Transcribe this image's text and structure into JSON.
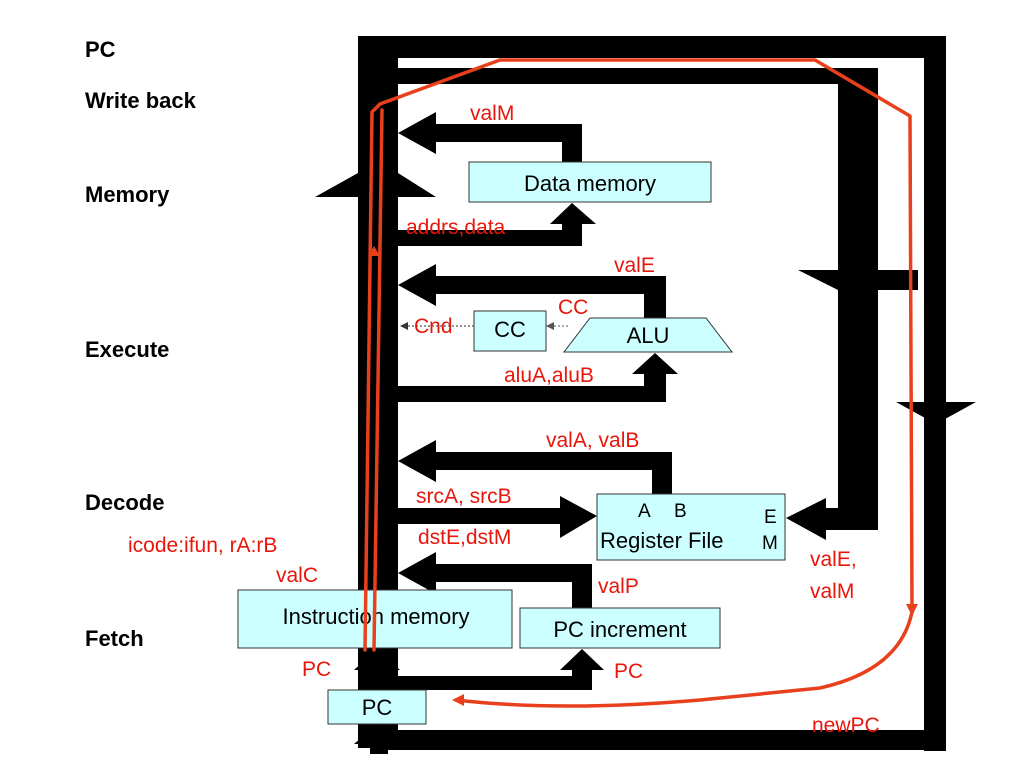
{
  "stages": {
    "pc": "PC",
    "write_back": "Write back",
    "memory": "Memory",
    "execute": "Execute",
    "decode": "Decode",
    "fetch": "Fetch"
  },
  "boxes": {
    "data_memory": "Data memory",
    "cc": "CC",
    "alu": "ALU",
    "register_file": "Register File",
    "rf_port_a": "A",
    "rf_port_b": "B",
    "rf_port_e": "E",
    "rf_port_m": "M",
    "instruction_memory": "Instruction memory",
    "pc_increment": "PC increment",
    "pc_register": "PC"
  },
  "signals": {
    "valM": "valM",
    "addrs_data": "addrs,data",
    "valE": "valE",
    "cc": "CC",
    "cnd": "Cnd",
    "aluA_aluB": "aluA,aluB",
    "valA_valB": "valA, valB",
    "srcA_srcB": "srcA, srcB",
    "dstE_dstM": "dstE,dstM",
    "icode_ifun": "icode:ifun, rA:rB",
    "valC": "valC",
    "valP": "valP",
    "valE_valM_1": "valE,",
    "valE_valM_2": "valM",
    "pc_left": "PC",
    "pc_right": "PC",
    "newPC": "newPC"
  },
  "colors": {
    "box_fill": "#ccffff",
    "signal_text": "#e8160c",
    "flow_line": "#e8401c",
    "bus": "#000000"
  }
}
